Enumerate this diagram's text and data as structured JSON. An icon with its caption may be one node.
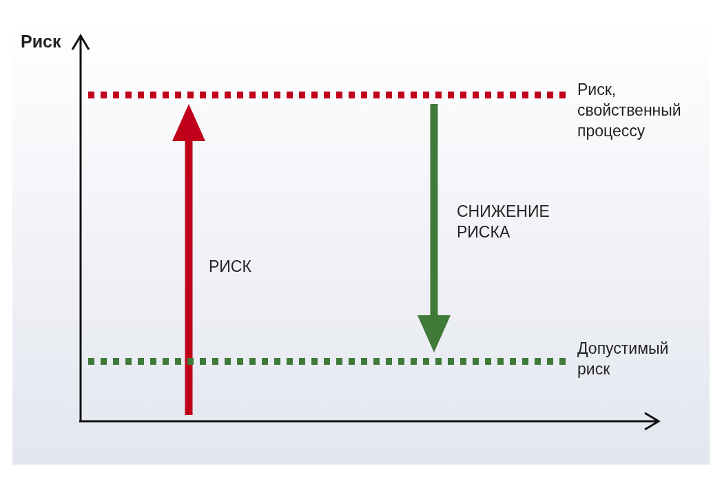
{
  "diagram": {
    "nodes": [
      {
        "text": [],
        "shape": "line",
        "beside": [
          "Риск, свойственный процессу"
        ]
      },
      {
        "text": [],
        "shape": "line",
        "beside": [
          "Допустимый риск"
        ]
      }
    ],
    "edges": [
      {
        "from": null,
        "to": 0,
        "arrow": "to",
        "label": "РИСК",
        "color": "#c0001a"
      },
      {
        "from": 0,
        "to": 1,
        "arrow": "to",
        "label": "СНИЖЕНИЕ РИСКА",
        "color": "#3f7a38"
      }
    ],
    "labels": [
      "Риск"
    ]
  }
}
